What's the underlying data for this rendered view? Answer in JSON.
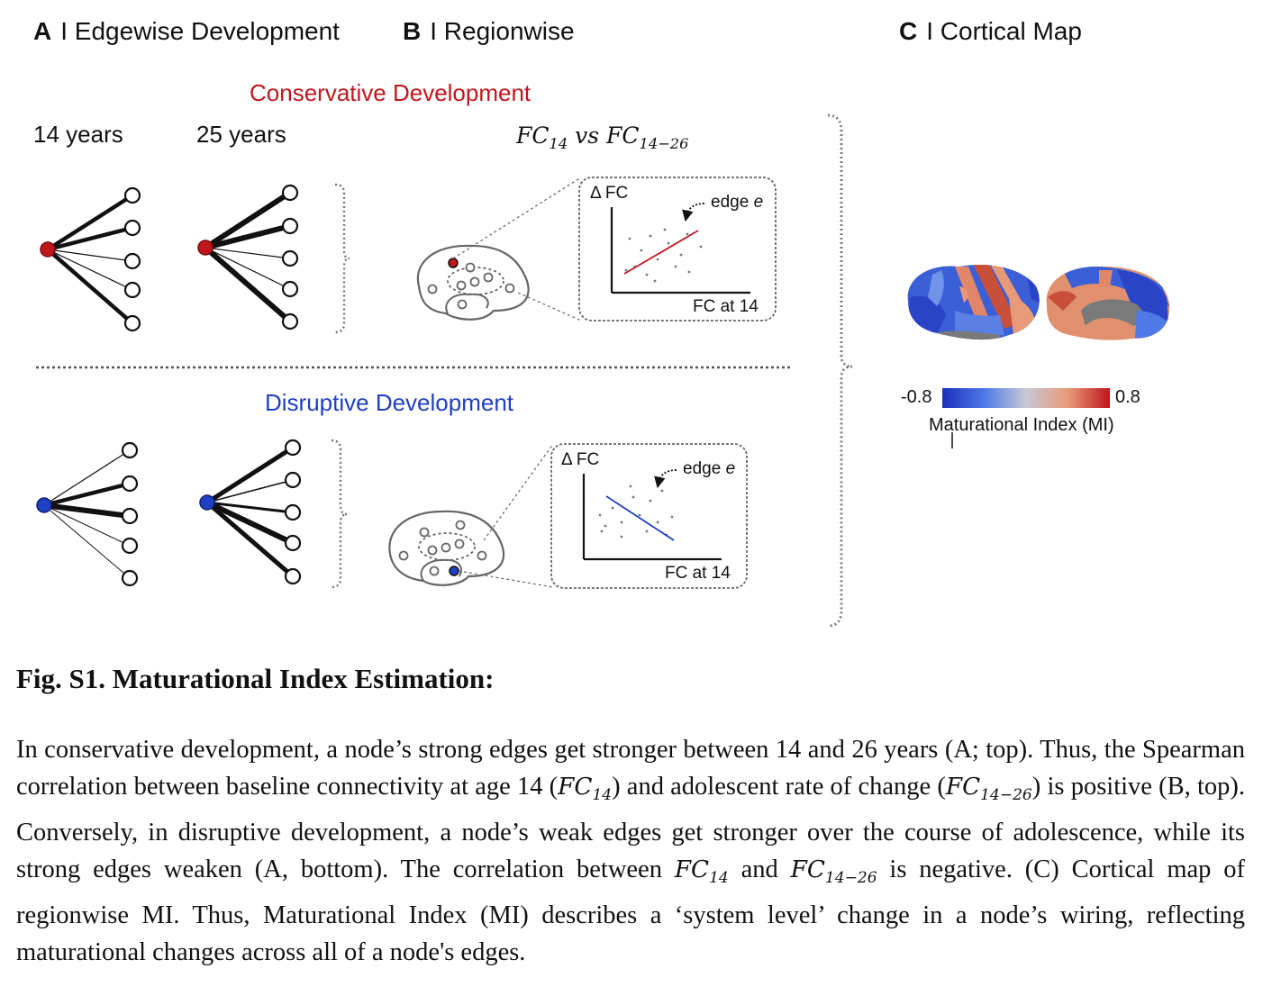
{
  "panels": {
    "a": {
      "letter": "A",
      "sep": "I",
      "title": "Edgewise Development"
    },
    "b": {
      "letter": "B",
      "sep": "I",
      "title": "Regionwise"
    },
    "c": {
      "letter": "C",
      "sep": "I",
      "title": "Cortical Map"
    }
  },
  "ages": {
    "young": "14 years",
    "old": "25 years"
  },
  "conservative": {
    "title": "Conservative Development",
    "color": "#c0161c"
  },
  "disruptive": {
    "title": "Disruptive Development",
    "color": "#1f3fc4"
  },
  "formula": {
    "fc": "FC",
    "sub1": "14",
    "vs": "vs",
    "sub2": "14−26"
  },
  "scatter": {
    "y_label": "Δ FC",
    "x_label": "FC at 14",
    "edge_label": "edge",
    "edge_var": "e"
  },
  "colorbar": {
    "min": "-0.8",
    "max": "0.8",
    "title": "Maturational Index (MI)",
    "colors": [
      "#1a2fbf",
      "#4f79e6",
      "#c8c9d6",
      "#e89a78",
      "#c0161c"
    ]
  },
  "caption": {
    "title": "Fig. S1. Maturational Index Estimation:",
    "p1": "In conservative development, a node’s strong edges get stronger between 14 and 26 years (A; top). Thus, the Spearman correlation between baseline connectivity at age 14 (",
    "p2": ") and adolescent rate of change (",
    "p3": ")  is positive (B, top). Conversely, in disruptive development, a node’s weak edges get stronger over the course of adolescence, while its strong edges weaken (A, bottom). The correlation between ",
    "p4": " and ",
    "p5": " is negative. (C) Cortical map of regionwise MI. Thus, Maturational Index (MI) describes a ‘system level’ change in a node’s wiring, reflecting maturational changes across all of a node's edges.",
    "fc": "FC",
    "sub14": "14",
    "sub1426": "14−26"
  }
}
